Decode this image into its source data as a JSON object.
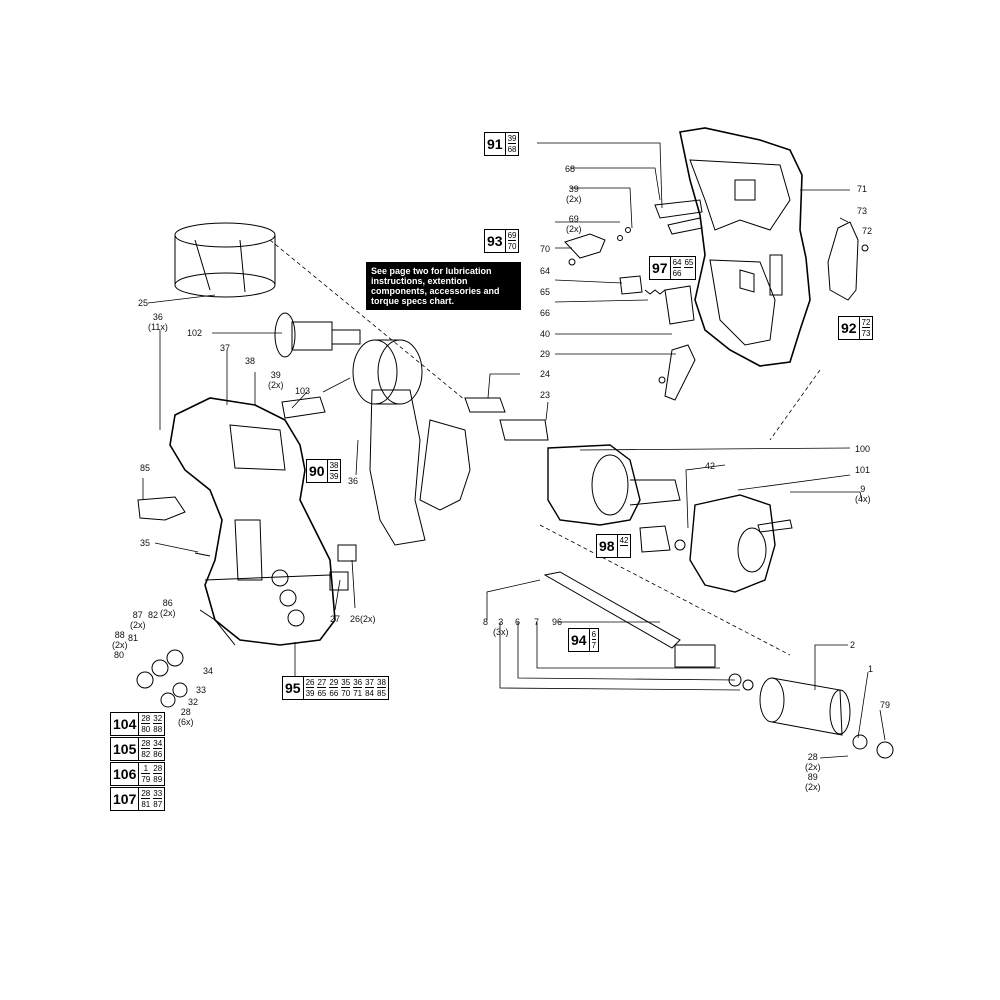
{
  "note": "See page two for lubrication instructions, extention components, accessories and torque specs chart.",
  "callouts": {
    "c68": "68",
    "c39a": "39",
    "c39a_q": "(2x)",
    "c69": "69",
    "c69_q": "(2x)",
    "c70": "70",
    "c64": "64",
    "c65": "65",
    "c66": "66",
    "c40": "40",
    "c29": "29",
    "c24": "24",
    "c23": "23",
    "c71": "71",
    "c73": "73",
    "c72": "72",
    "c100": "100",
    "c42": "42",
    "c101": "101",
    "c9": "9",
    "c9_q": "(4x)",
    "c25": "25",
    "c36a": "36",
    "c36a_q": "(11x)",
    "c102": "102",
    "c37": "37",
    "c38": "38",
    "c39b": "39",
    "c39b_q": "(2x)",
    "c103": "103",
    "c36b": "36",
    "c85": "85",
    "c35": "35",
    "c27": "27",
    "c26": "26(2x)",
    "c86": "86",
    "c86_q": "(2x)",
    "c87": "87",
    "c87_q": "(2x)",
    "c82": "82",
    "c88": "88",
    "c88_q": "(2x)",
    "c81": "81",
    "c80": "80",
    "c34": "34",
    "c33": "33",
    "c32": "32",
    "c28a": "28",
    "c28a_q": "(6x)",
    "c8": "8",
    "c3": "3",
    "c3_q": "(3x)",
    "c6": "6",
    "c7": "7",
    "c96": "96",
    "c2": "2",
    "c1": "1",
    "c79": "79",
    "c28b": "28",
    "c28b_q": "(2x)",
    "c89": "89",
    "c89_q": "(2x)"
  },
  "kits": {
    "k91": {
      "num": "91",
      "parts": [
        "39",
        "68"
      ]
    },
    "k93": {
      "num": "93",
      "parts": [
        "69",
        "70"
      ]
    },
    "k97": {
      "num": "97",
      "parts": [
        "64",
        "66",
        "65",
        ""
      ]
    },
    "k92": {
      "num": "92",
      "parts": [
        "72",
        "73"
      ]
    },
    "k90": {
      "num": "90",
      "parts": [
        "38",
        "39"
      ]
    },
    "k98": {
      "num": "98",
      "parts": [
        "42",
        ""
      ]
    },
    "k94": {
      "num": "94",
      "parts": [
        "6",
        "7"
      ]
    },
    "k95": {
      "num": "95",
      "parts": [
        "26",
        "39",
        "27",
        "65",
        "29",
        "66",
        "35",
        "70",
        "36",
        "71",
        "37",
        "84",
        "38",
        "85"
      ]
    },
    "k104": {
      "num": "104",
      "parts": [
        "28",
        "80",
        "32",
        "88"
      ]
    },
    "k105": {
      "num": "105",
      "parts": [
        "28",
        "82",
        "34",
        "86"
      ]
    },
    "k106": {
      "num": "106",
      "parts": [
        "1",
        "79",
        "28",
        "89"
      ]
    },
    "k107": {
      "num": "107",
      "parts": [
        "28",
        "81",
        "33",
        "87"
      ]
    }
  }
}
